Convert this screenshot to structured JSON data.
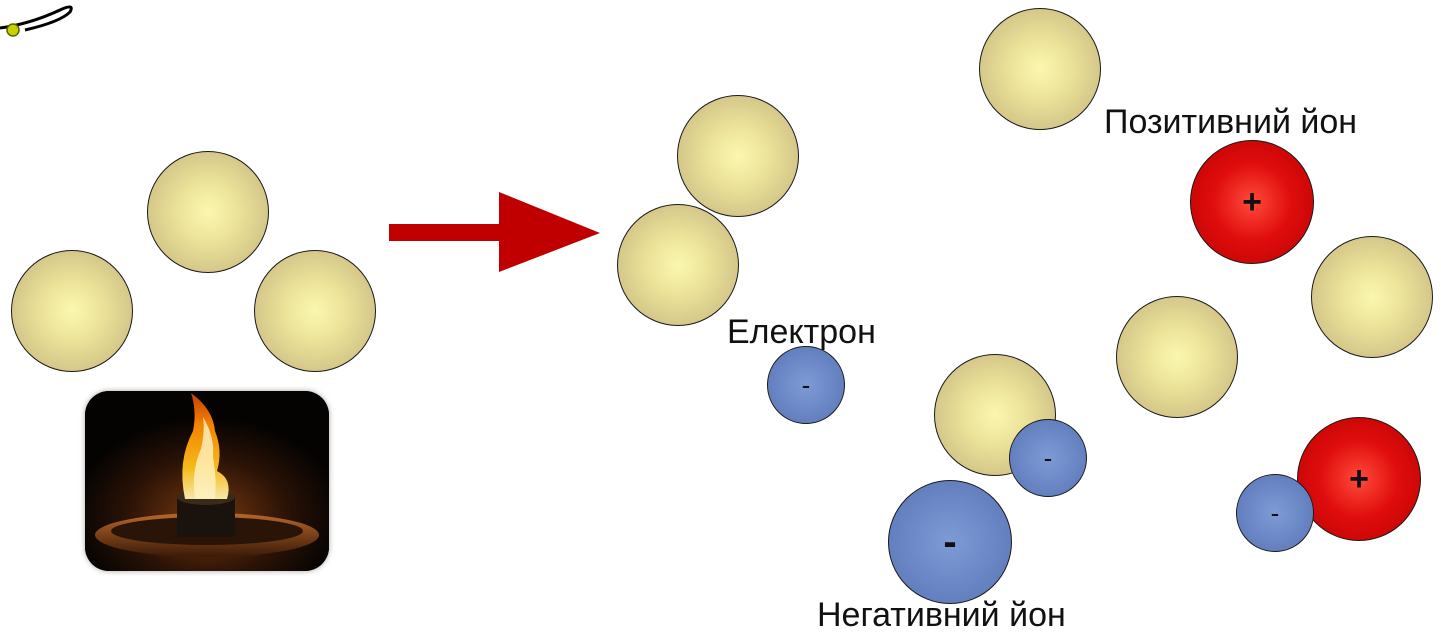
{
  "labels": {
    "positive_ion": "Позитивний йон",
    "electron": "Електрон",
    "negative_ion": "Негативний йон"
  },
  "signs": {
    "plus": "+",
    "minus": "-"
  },
  "colors": {
    "neutral_atom": "#e6dc96",
    "positive_ion": "#d40808",
    "electron": "#6c88c6",
    "arrow": "#c00000",
    "text": "#111111"
  },
  "icons": {
    "arrow": "right-arrow-icon",
    "flame": "burner-flame-photo",
    "logo": "orbit-logo-icon"
  }
}
